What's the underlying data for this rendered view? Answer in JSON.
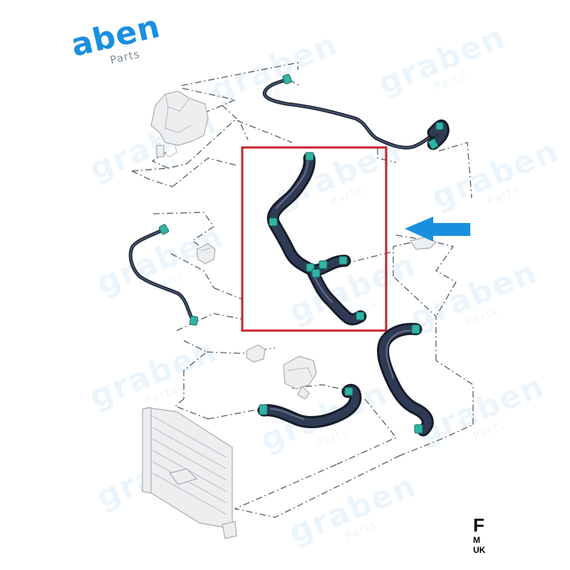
{
  "logo": {
    "word": "aben",
    "sub": "Parts"
  },
  "watermark": {
    "word": "graben",
    "sub": "Parts"
  },
  "corner_text": [
    "F",
    "M",
    "UK"
  ],
  "colors": {
    "highlight_frame": "#c8202c",
    "pointer_arrow": "#1a8fe0",
    "hose": "#2f3b55",
    "clip": "#2fb5a3",
    "watermark": "#1c8bd8"
  },
  "icons": {
    "pointer": "arrow-left-icon"
  }
}
